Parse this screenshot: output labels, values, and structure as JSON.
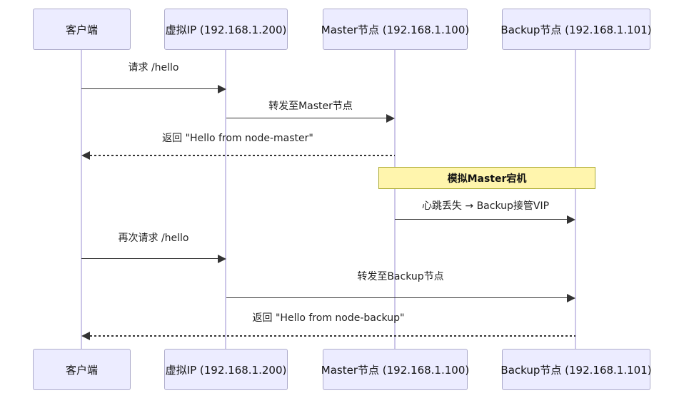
{
  "diagram_type": "sequence-diagram",
  "actors": [
    {
      "id": "client",
      "label": "客户端"
    },
    {
      "id": "vip",
      "label": "虚拟IP (192.168.1.200)"
    },
    {
      "id": "master",
      "label": "Master节点 (192.168.1.100)"
    },
    {
      "id": "backup",
      "label": "Backup节点 (192.168.1.101)"
    }
  ],
  "messages": [
    {
      "from": "client",
      "to": "vip",
      "style": "solid",
      "label": "请求 /hello"
    },
    {
      "from": "vip",
      "to": "master",
      "style": "solid",
      "label": "转发至Master节点"
    },
    {
      "from": "master",
      "to": "client",
      "style": "dashed",
      "label": "返回 \"Hello from node-master\""
    },
    {
      "from": "master",
      "to": "backup",
      "style": "solid",
      "label": "心跳丢失 → Backup接管VIP"
    },
    {
      "from": "client",
      "to": "vip",
      "style": "solid",
      "label": "再次请求 /hello"
    },
    {
      "from": "vip",
      "to": "backup",
      "style": "solid",
      "label": "转发至Backup节点"
    },
    {
      "from": "backup",
      "to": "client",
      "style": "dashed",
      "label": "返回 \"Hello from node-backup\""
    }
  ],
  "note": {
    "over": [
      "master",
      "backup"
    ],
    "label": "模拟Master宕机"
  },
  "colors": {
    "actor_fill": "#ECECFF",
    "actor_border": "#AEACCB",
    "lifeline": "#CCC6E8",
    "note_fill": "#FFF5AD",
    "note_border": "#AAAA33",
    "message_line": "#333333"
  }
}
